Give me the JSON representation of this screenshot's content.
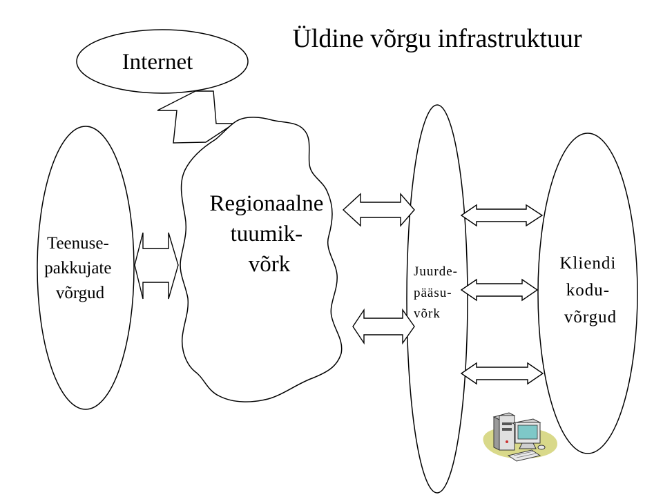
{
  "title": "Üldine võrgu infrastruktuur",
  "internet_label": "Internet",
  "core_label": [
    "Regionaalne",
    "tuumik-",
    "võrk"
  ],
  "providers_label": [
    "Teenuse-",
    "pakkujate",
    "võrgud"
  ],
  "access_label": [
    "Juurde-",
    "pääsu-",
    "võrk"
  ],
  "customer_label": [
    "Kliendi",
    "kodu-",
    "võrgud"
  ],
  "computer_clipart": "computer-icon",
  "colors": {
    "stroke": "#000000",
    "fill": "#ffffff",
    "clipart_base": "#d9d98a"
  }
}
